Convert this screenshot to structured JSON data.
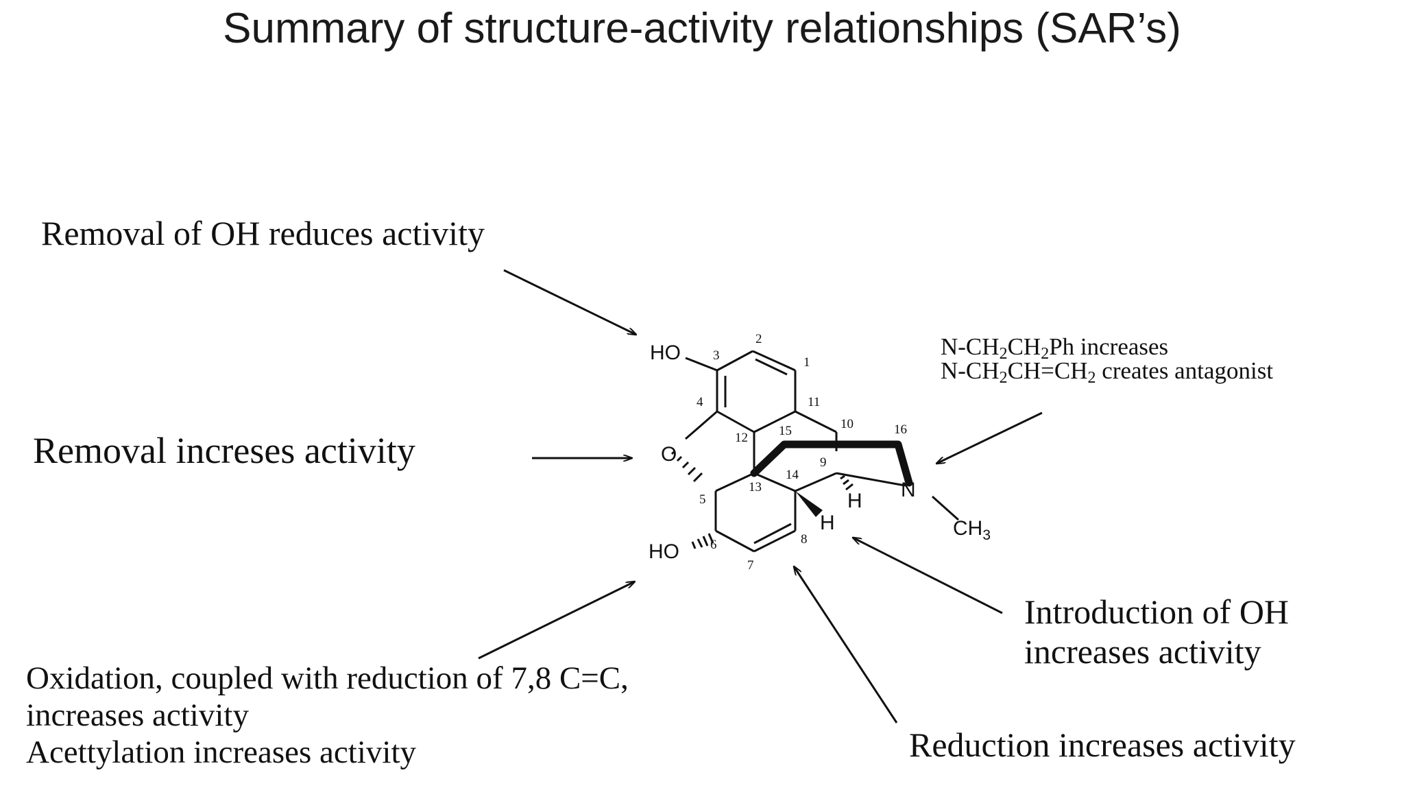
{
  "title": "Summary of structure-activity relationships (SAR’s)",
  "annotations": {
    "removal_oh": "Removal of OH reduces activity",
    "removal": "Removal increses activity",
    "n_substituent": {
      "line1": [
        "N-CH",
        "2",
        "CH",
        "2",
        "Ph increases"
      ],
      "line2": [
        "N-CH",
        "2",
        "CH=CH",
        "2",
        " creates antagonist"
      ]
    },
    "intro_oh": [
      "Introduction of OH",
      "increases activity"
    ],
    "reduction": "Reduction increases activity",
    "oxidation": [
      "Oxidation, coupled with reduction of 7,8 C=C,",
      "increases activity",
      "Acettylation increases activity"
    ]
  },
  "molecule": {
    "atoms": {
      "ho_top": "HO",
      "o_ring": "O",
      "ho_bottom": "HO",
      "n": "N",
      "ch3": "CH3",
      "h9": "H",
      "h14": "H"
    },
    "locants": [
      "1",
      "2",
      "3",
      "4",
      "5",
      "6",
      "7",
      "8",
      "9",
      "10",
      "11",
      "12",
      "13",
      "14",
      "15",
      "16"
    ]
  },
  "colors": {
    "ink": "#111111",
    "title": "#1a1a1a",
    "background": "#ffffff"
  }
}
